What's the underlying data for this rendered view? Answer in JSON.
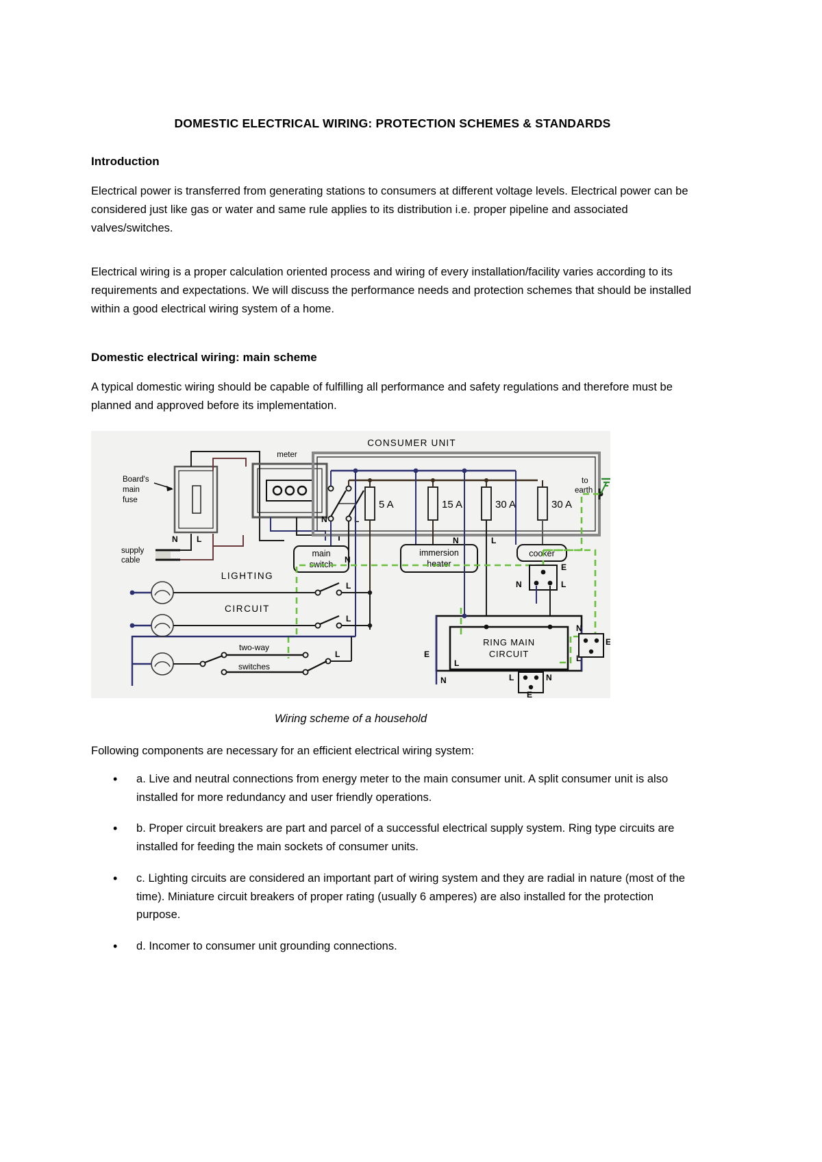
{
  "document": {
    "title": "DOMESTIC ELECTRICAL WIRING: PROTECTION SCHEMES & STANDARDS",
    "sections": [
      {
        "heading": "Introduction",
        "paragraphs": [
          "Electrical power is transferred from generating stations to consumers at different voltage levels. Electrical power can be considered just like gas or water and same rule applies to its distribution i.e. proper pipeline and associated valves/switches.",
          "Electrical wiring is a proper calculation oriented process and wiring of every installation/facility varies according to its requirements and expectations. We will discuss the performance needs and protection schemes that should be installed within a good electrical wiring system of a home."
        ]
      },
      {
        "heading": "Domestic electrical wiring: main scheme",
        "paragraphs": [
          "A typical domestic wiring should be capable of fulfilling all performance and safety regulations and therefore must be planned and approved before its implementation."
        ]
      }
    ],
    "figure": {
      "caption": "Wiring scheme of a household",
      "labels": {
        "consumer_unit": "CONSUMER  UNIT",
        "meter": "meter",
        "boards_main_fuse": "Board's\nmain\nfuse",
        "boards_main_fuse_l1": "Board's",
        "boards_main_fuse_l2": "main",
        "boards_main_fuse_l3": "fuse",
        "supply_cable_l1": "supply",
        "supply_cable_l2": "cable",
        "main_switch_l1": "main",
        "main_switch_l2": "switch",
        "immersion_heater_l1": "immersion",
        "immersion_heater_l2": "heater",
        "cooker": "cooker",
        "to_earth_l1": "to",
        "to_earth_l2": "earth",
        "lighting": "LIGHTING",
        "circuit": "CIRCUIT",
        "two_way": "two-way",
        "switches": "switches",
        "ring_main_l1": "RING  MAIN",
        "ring_main_l2": "CIRCUIT",
        "n": "N",
        "l": "L",
        "e": "E"
      },
      "fuses": [
        "5 A",
        "15 A",
        "30 A",
        "30 A"
      ]
    },
    "list_lead": "Following components are necessary for an efficient electrical wiring system:",
    "components": [
      {
        "bullet": "•",
        "text": "a. Live and neutral connections from energy meter to the main consumer unit. A split consumer unit is also installed for more redundancy and user friendly operations."
      },
      {
        "bullet": "•",
        "text": "b. Proper circuit breakers are part and parcel of a successful electrical supply system. Ring type circuits are installed for feeding the main sockets of consumer units."
      },
      {
        "bullet": "•",
        "text": "c. Lighting circuits are considered an important part of wiring system and they are radial in nature (most of the time). Miniature circuit breakers of proper rating (usually 6 amperes) are also installed for the protection purpose."
      },
      {
        "bullet": "•",
        "text": "d. Incomer to consumer unit grounding connections."
      }
    ]
  },
  "colors": {
    "page_background": "#ffffff",
    "text": "#000000",
    "figure_background": "#f2f2f0",
    "wire_neutral_blue": "#2b2f6e",
    "wire_live_brown": "#6b3a3a",
    "wire_earth_green": "#6abf3a",
    "wire_black": "#1a1a1a"
  }
}
